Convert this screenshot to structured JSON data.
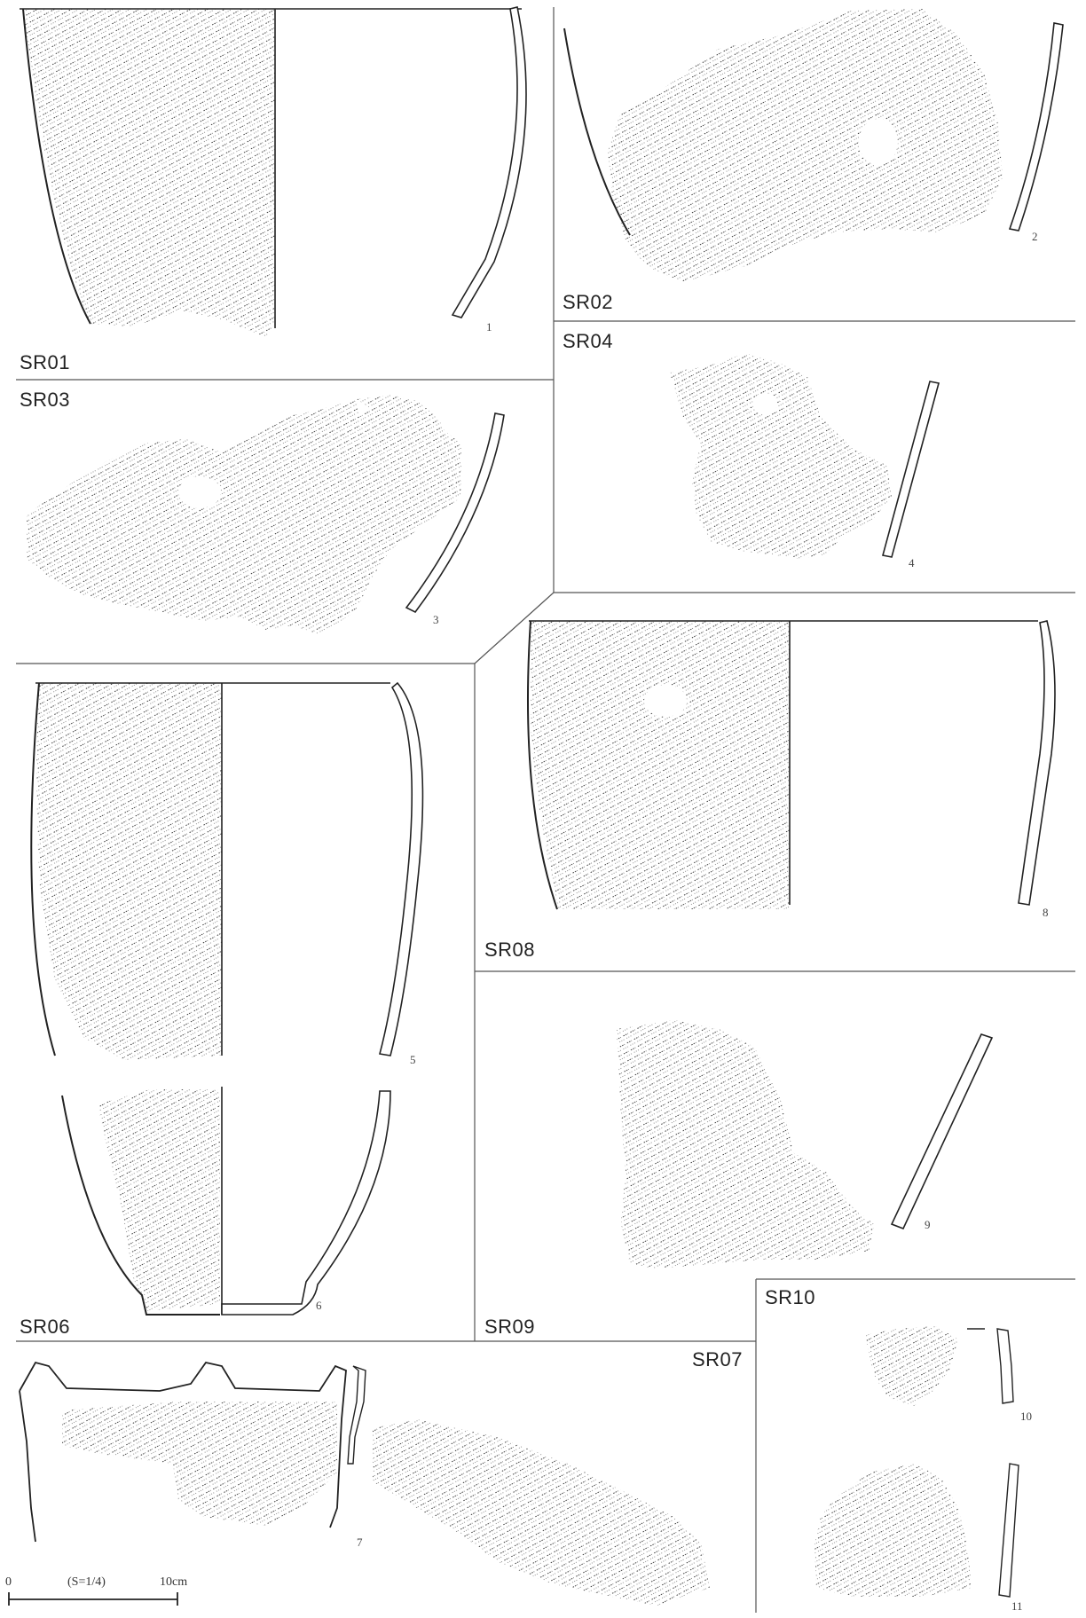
{
  "sections": [
    {
      "label": "SR01"
    },
    {
      "label": "SR02"
    },
    {
      "label": "SR03"
    },
    {
      "label": "SR04"
    },
    {
      "label": "SR06"
    },
    {
      "label": "SR07"
    },
    {
      "label": "SR08"
    },
    {
      "label": "SR09"
    },
    {
      "label": "SR10"
    }
  ],
  "figures": [
    "1",
    "2",
    "3",
    "4",
    "5",
    "6",
    "7",
    "8",
    "9",
    "10",
    "11"
  ],
  "scale_bar": {
    "start_label": "0",
    "ratio_label": "(S=1/4)",
    "end_label": "10cm"
  },
  "colors": {
    "line": "#222222",
    "texture": "#3a3a3a",
    "divider": "#555555"
  }
}
